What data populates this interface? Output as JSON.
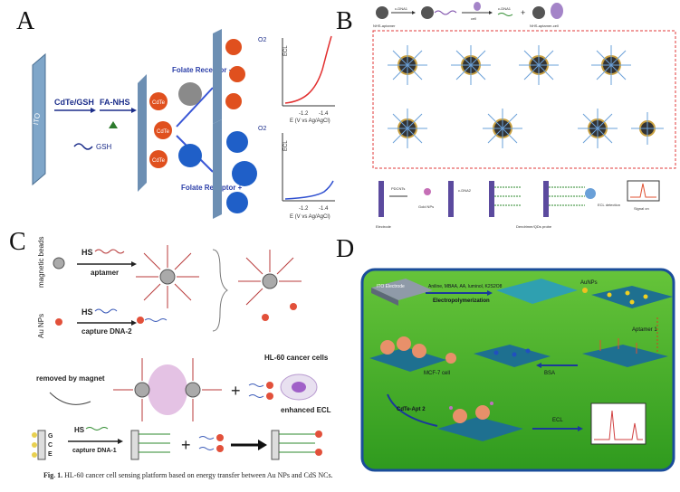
{
  "panels": {
    "A": {
      "letter": "A",
      "electrode": "ITO",
      "step1": "CdTe/GSH",
      "step2": "FA-NHS",
      "gsh_legend": "GSH",
      "qd_label": "CdTe",
      "o2": "O2",
      "receptor_minus": "Folate Receptor −",
      "receptor_plus": "Folate Receptor +",
      "ecl_label": "ECL",
      "xaxis": "E (V vs Ag/AgCl)",
      "ticks": [
        "-1.2",
        "-1.4"
      ]
    },
    "B": {
      "letter": "B",
      "row1": [
        "NHS-aptamer",
        "c-DNA1",
        "cell",
        "c-DNA1",
        "NHS-aptamer-cell"
      ],
      "bottom": [
        "Electrode",
        "PDCNTs",
        "Gold NPs",
        "c-DNA2",
        "Dendrimer/QDs probe",
        "ECL detection",
        "Signal on"
      ]
    },
    "C": {
      "letter": "C",
      "magnetic_beads": "magnetic beads",
      "au_nps": "Au NPs",
      "hs": "HS",
      "aptamer": "aptamer",
      "capture2": "capture DNA-2",
      "removed": "removed by magnet",
      "cells": "HL-60 cancer cells",
      "enhanced": "enhanced ECL",
      "capture1": "capture DNA-1",
      "gce": [
        "G",
        "C",
        "E"
      ],
      "caption_bold": "Fig. 1.",
      "caption_text": "HL-60 cancer cell sensing platform based on energy transfer between Au NPs and CdS NCs."
    },
    "D": {
      "letter": "D",
      "ito": "ITO Electrode",
      "reagents": "Aniline, MBAA, AA, luminol, K2S2O8",
      "electropoly": "Electropolymerization",
      "aunps": "AuNPs",
      "aptamer1": "Aptamer 1",
      "bsa": "BSA",
      "mcf7": "MCF-7 cell",
      "cdte": "CdTe-Apt 2",
      "ecl": "ECL"
    }
  },
  "colors": {
    "panelD_bg": "#3fae2a",
    "panelD_border": "#1a4d9a",
    "panelB_border": "#e03a3a",
    "qd_orange": "#e0501e",
    "cell_blue": "#1f5fc8",
    "dna_red": "#b83a3a",
    "arrow_blue": "#3a57d6"
  }
}
